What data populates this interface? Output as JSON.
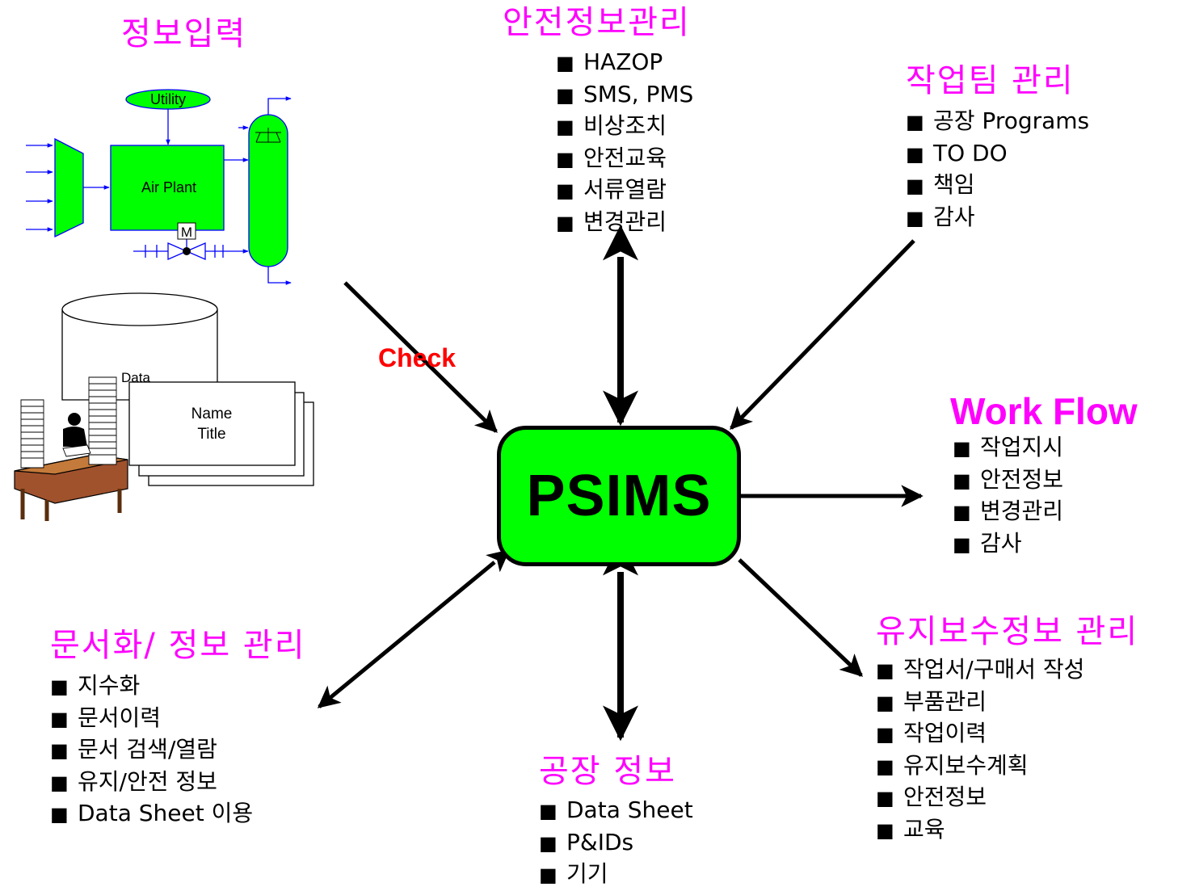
{
  "center": {
    "label": "PSIMS",
    "fill": "#00ff00"
  },
  "check_label": "Check",
  "accent_color": "#ff00ff",
  "sections": {
    "info_input": {
      "heading": "정보입력"
    },
    "safety_info": {
      "heading": "안전정보관리",
      "items": [
        "HAZOP",
        "SMS, PMS",
        "비상조치",
        "안전교육",
        "서류열람",
        "변경관리"
      ]
    },
    "team_mgmt": {
      "heading": "작업팀  관리",
      "items": [
        "공장  Programs",
        "TO DO",
        "책임",
        "감사"
      ]
    },
    "workflow": {
      "heading": "Work Flow",
      "items": [
        "작업지시",
        "안전정보",
        "변경관리",
        "감사"
      ]
    },
    "maintenance": {
      "heading": "유지보수정보 관리",
      "items": [
        "작업서/구매서  작성",
        "부품관리",
        "작업이력",
        "유지보수계획",
        "안전정보",
        "교육"
      ]
    },
    "plant_info": {
      "heading": "공장  정보",
      "items": [
        "Data Sheet",
        "P&IDs",
        "기기"
      ]
    },
    "doc_mgmt": {
      "heading": "문서화/ 정보 관리",
      "items": [
        "지수화",
        "문서이력",
        "문서 검색/열람",
        "유지/안전  정보",
        "Data Sheet 이용"
      ]
    }
  },
  "plant_diagram": {
    "utility_label": "Utility",
    "air_plant_label": "Air Plant",
    "motor_label": "M"
  },
  "database_clipart": {
    "data_label": "Data",
    "card_name": "Name",
    "card_title": "Title"
  }
}
